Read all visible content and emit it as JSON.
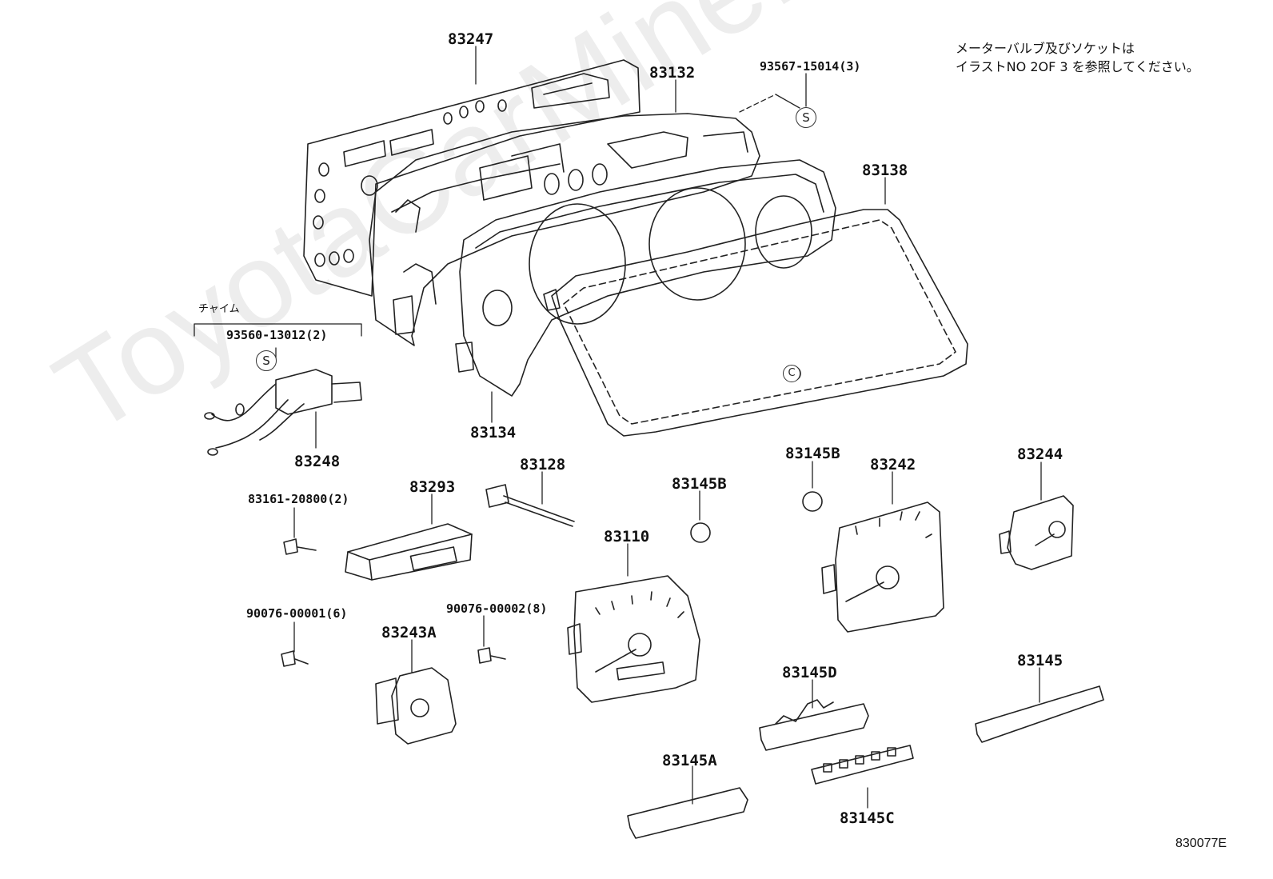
{
  "note": {
    "line1": "メーターバルブ及びソケットは",
    "line2": "イラストNO 2OF 3 を参照してください。"
  },
  "figure_id": "830077E",
  "watermark": "ToyotaCarMine.ru",
  "chime": {
    "label": "チャイム",
    "part": "93560-13012(2)"
  },
  "symbols": {
    "s": "S",
    "c": "C"
  },
  "parts": [
    "83247",
    "83132",
    "93567-15014(3)",
    "83138",
    "83134",
    "83248",
    "83161-20800(2)",
    "83293",
    "83128",
    "83145B",
    "83145B",
    "83242",
    "83244",
    "83110",
    "90076-00001(6)",
    "83243A",
    "90076-00002(8)",
    "83145D",
    "83145",
    "83145A",
    "83145C"
  ]
}
